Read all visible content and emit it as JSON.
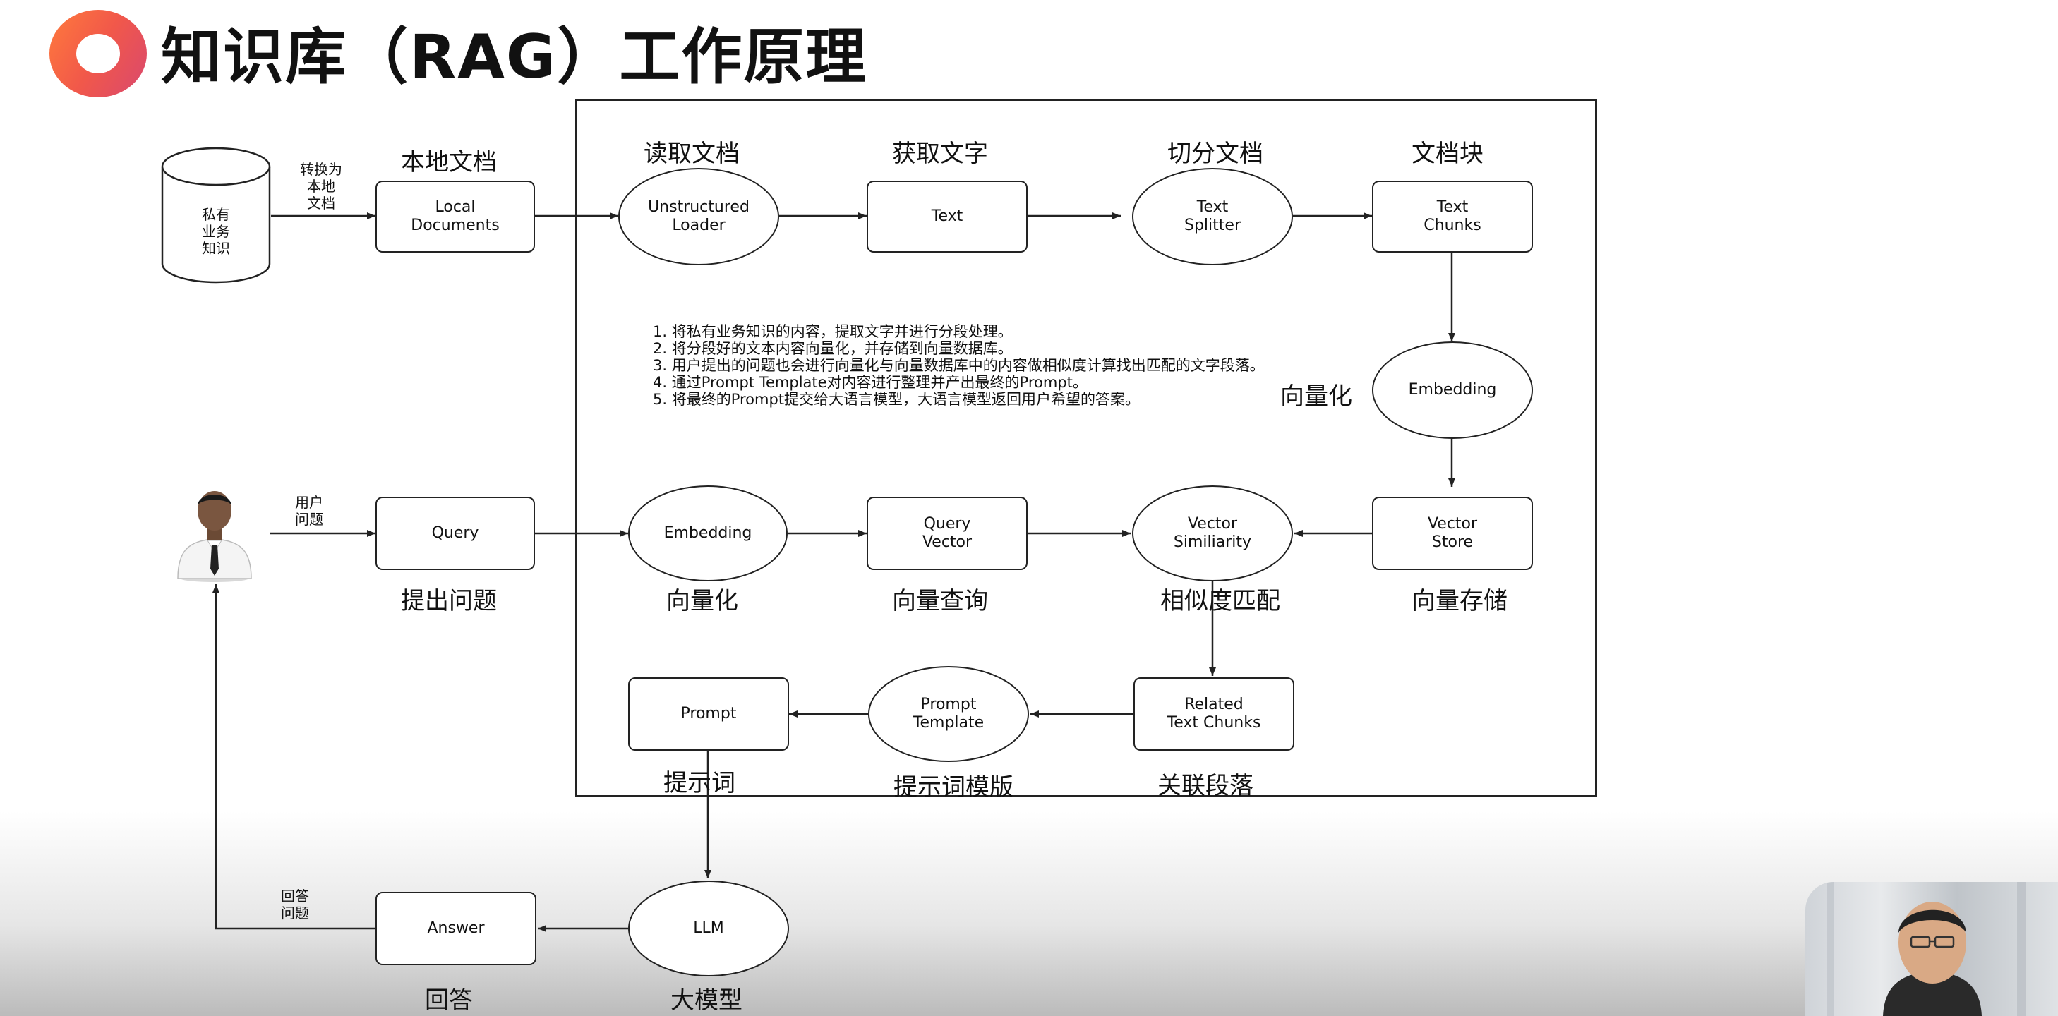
{
  "title": "知识库（RAG）工作原理",
  "nodes": {
    "database": "私有\n业务\n知识",
    "local_documents": "Local\nDocuments",
    "unstructured_loader": "Unstructured\nLoader",
    "text": "Text",
    "text_splitter": "Text\nSplitter",
    "text_chunks": "Text\nChunks",
    "embedding_top": "Embedding",
    "vector_store": "Vector\nStore",
    "query": "Query",
    "embedding_query": "Embedding",
    "query_vector": "Query\nVector",
    "vector_similarity": "Vector\nSimiliarity",
    "related_text_chunks": "Related\nText Chunks",
    "prompt_template": "Prompt\nTemplate",
    "prompt": "Prompt",
    "llm": "LLM",
    "answer": "Answer"
  },
  "labels": {
    "local_documents": "本地文档",
    "read_documents": "读取文档",
    "get_text": "获取文字",
    "split_documents": "切分文档",
    "document_chunks": "文档块",
    "vectorize_right": "向量化",
    "ask_question": "提出问题",
    "vectorize_query": "向量化",
    "vector_query": "向量查询",
    "similarity_match": "相似度匹配",
    "vector_storage": "向量存储",
    "prompt_words": "提示词",
    "prompt_template": "提示词模版",
    "related_paragraphs": "关联段落",
    "answer": "回答",
    "big_model": "大模型"
  },
  "edge_labels": {
    "convert_to_local": "转换为\n本地\n文档",
    "user_question": "用户\n问题",
    "answer_question": "回答\n问题"
  },
  "notes": [
    "1. 将私有业务知识的内容，提取文字并进行分段处理。",
    "2. 将分段好的文本内容向量化，并存储到向量数据库。",
    "3. 用户提出的问题也会进行向量化与向量数据库中的内容做相似度计算找出匹配的文字段落。",
    "4. 通过Prompt Template对内容进行整理并产出最终的Prompt。",
    "5. 将最终的Prompt提交给大语言模型，大语言模型返回用户希望的答案。"
  ],
  "colors": {
    "logo_gradient_start": "#ff7a3c",
    "logo_gradient_end": "#d9486f",
    "line": "#222222"
  },
  "icons": {
    "logo": "brand-ring-icon",
    "database": "database-cylinder-icon",
    "user": "user-person-icon"
  }
}
